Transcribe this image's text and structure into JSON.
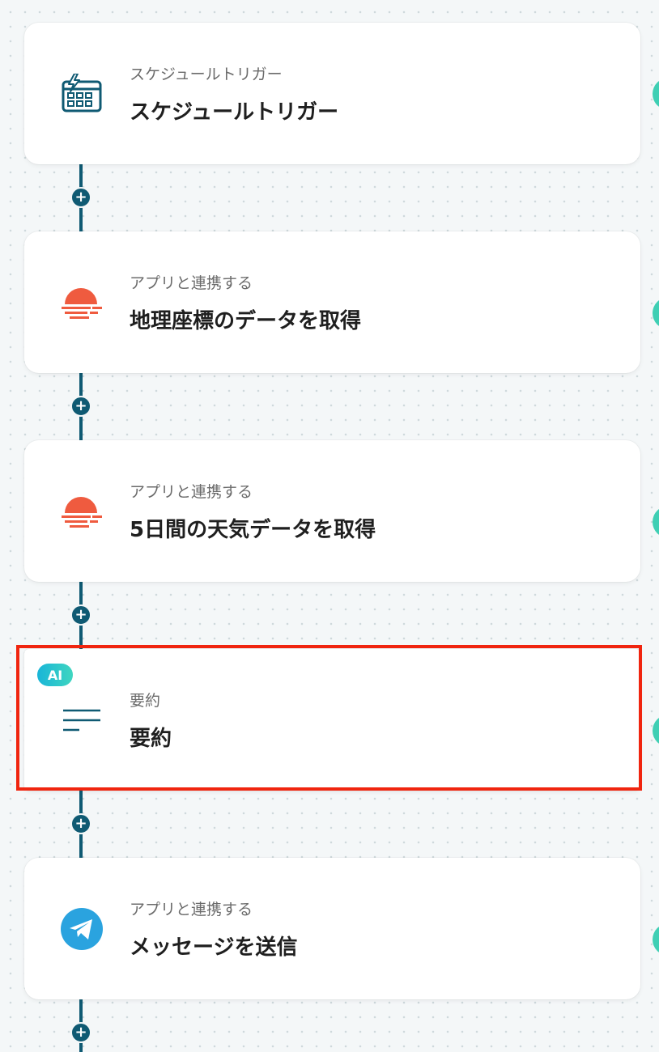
{
  "steps": [
    {
      "kind": "スケジュールトリガー",
      "title": "スケジュールトリガー",
      "icon": "calendar-lightning-icon"
    },
    {
      "kind": "アプリと連携する",
      "title": "地理座標のデータを取得",
      "icon": "sunset-weather-icon"
    },
    {
      "kind": "アプリと連携する",
      "title": "5日間の天気データを取得",
      "icon": "sunset-weather-icon"
    },
    {
      "kind": "要約",
      "title": "要約",
      "icon": "summary-lines-icon",
      "badge": "AI"
    },
    {
      "kind": "アプリと連携する",
      "title": "メッセージを送信",
      "icon": "telegram-icon"
    }
  ],
  "add_step_symbol": "+",
  "colors": {
    "connector": "#0f5a73",
    "highlight": "#f0250f",
    "weather_icon": "#ef5b3f",
    "telegram": "#2aa3df",
    "side_dot": "#3fcfb4"
  }
}
